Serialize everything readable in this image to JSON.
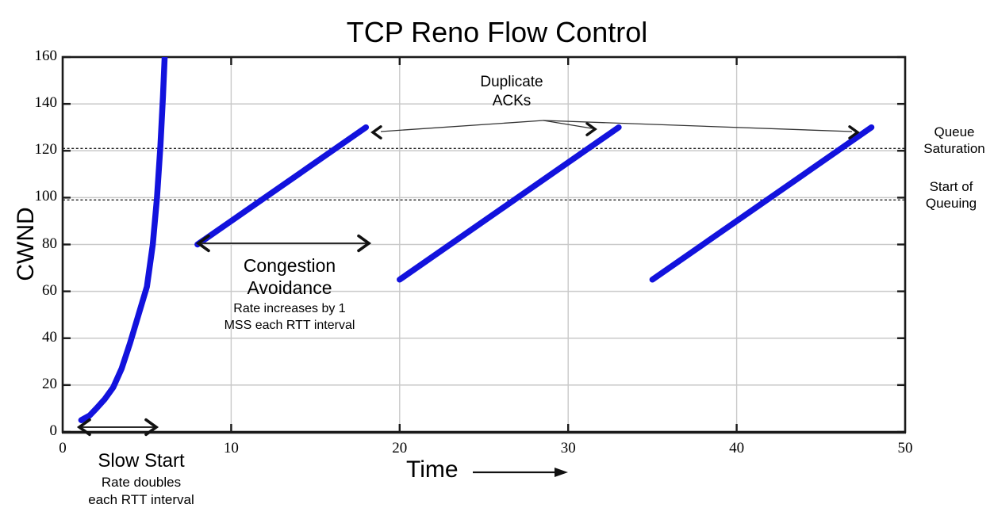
{
  "title": "TCP Reno Flow Control",
  "axes": {
    "y_label": "CWND",
    "x_label": "Time"
  },
  "annotations": {
    "slow_start": {
      "title": "Slow Start",
      "desc_lines": [
        "Rate doubles",
        "each RTT interval"
      ]
    },
    "congestion_avoidance": {
      "title": "Congestion Avoidance",
      "desc_lines": [
        "Rate increases by 1",
        "MSS each RTT interval"
      ]
    },
    "duplicate_acks": {
      "label": "Duplicate ACKs"
    },
    "queue_saturation": {
      "label": "Queue Saturation"
    },
    "start_of_queuing": {
      "label": "Start of Queuing"
    }
  },
  "colors": {
    "line": "#1212dd",
    "grid": "#c9c9c9",
    "axis": "#1a1a1a",
    "annotation": "#222222",
    "background": "#ffffff"
  },
  "chart_data": {
    "type": "line",
    "title": "TCP Reno Flow Control",
    "xlabel": "Time",
    "ylabel": "CWND",
    "xlim": [
      0,
      50
    ],
    "ylim": [
      0,
      160
    ],
    "x_ticks": [
      0,
      10,
      20,
      30,
      40,
      50
    ],
    "y_ticks": [
      0,
      20,
      40,
      60,
      80,
      100,
      120,
      140,
      160
    ],
    "grid": true,
    "legend": false,
    "reference_lines": [
      {
        "label": "Queue Saturation",
        "y": 121,
        "style": "dashed"
      },
      {
        "label": "Start of Queuing",
        "y": 99,
        "style": "dashed"
      }
    ],
    "series": [
      {
        "name": "slow-start-exponential-growth",
        "x": [
          1.1,
          1.6,
          2,
          2.5,
          3,
          3.5,
          4,
          4.5,
          5,
          5.35,
          5.6,
          5.8,
          5.95,
          6.1
        ],
        "y": [
          5,
          7,
          10,
          14,
          19,
          27,
          38,
          50,
          62,
          80,
          100,
          122,
          143,
          168
        ]
      },
      {
        "name": "congestion-avoidance-1",
        "x": [
          8,
          18
        ],
        "y": [
          80,
          130
        ]
      },
      {
        "name": "congestion-avoidance-2",
        "x": [
          20,
          33
        ],
        "y": [
          65,
          130
        ]
      },
      {
        "name": "congestion-avoidance-3",
        "x": [
          35,
          48
        ],
        "y": [
          65,
          130
        ]
      }
    ]
  }
}
